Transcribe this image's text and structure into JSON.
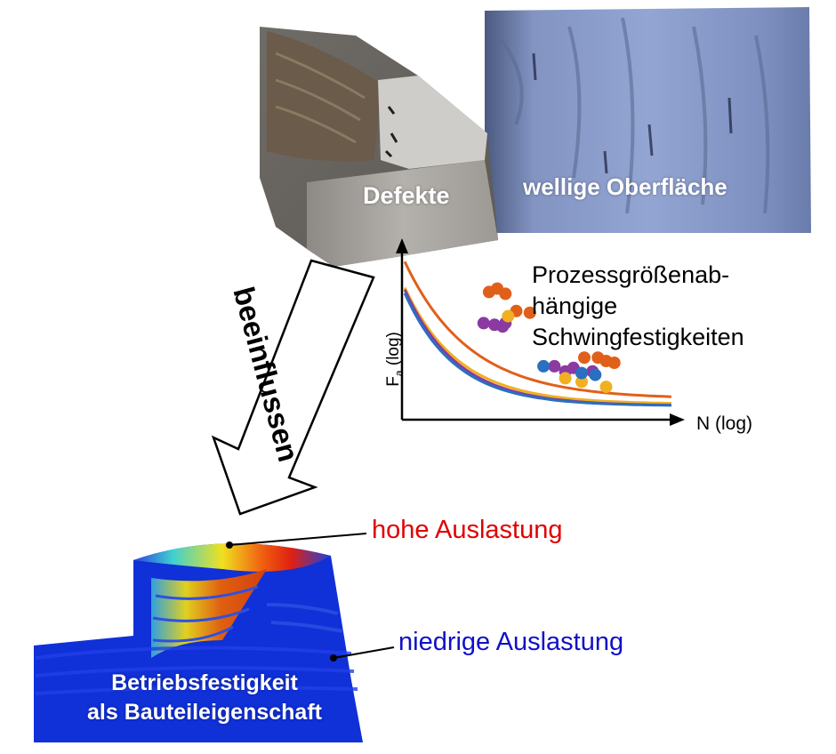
{
  "labels": {
    "defects": "Defekte",
    "surface": "wellige Oberfläche",
    "arrow": "beeinflussen",
    "fatigue_line1": "Prozessgrößenab-",
    "fatigue_line2": "hängige",
    "fatigue_line3": "Schwingfestigkeiten",
    "x_axis": "N (log)",
    "y_axis_main": "F",
    "y_axis_sub": "a",
    "y_axis_suffix": " (log)",
    "high_utilization": "hohe Auslastung",
    "low_utilization": "niedrige Auslastung",
    "property_line1": "Betriebsfestigkeit",
    "property_line2": "als Bauteileigenschaft"
  },
  "colors": {
    "high": "#e00000",
    "low": "#1010c8",
    "series_orange": "#e0601a",
    "series_purple": "#8a3aa0",
    "series_yellow": "#f0b020",
    "series_blue": "#2a6fc0"
  },
  "chart_data": {
    "type": "scatter",
    "x_scale": "log",
    "y_scale": "log",
    "series": [
      {
        "color": "orange",
        "points": [
          [
            0.32,
            0.74
          ],
          [
            0.35,
            0.76
          ],
          [
            0.38,
            0.73
          ],
          [
            0.42,
            0.63
          ],
          [
            0.47,
            0.62
          ],
          [
            0.67,
            0.36
          ],
          [
            0.72,
            0.36
          ],
          [
            0.75,
            0.34
          ],
          [
            0.78,
            0.33
          ]
        ]
      },
      {
        "color": "purple",
        "points": [
          [
            0.3,
            0.56
          ],
          [
            0.34,
            0.55
          ],
          [
            0.37,
            0.54
          ],
          [
            0.38,
            0.56
          ],
          [
            0.56,
            0.31
          ],
          [
            0.6,
            0.28
          ],
          [
            0.63,
            0.3
          ],
          [
            0.7,
            0.28
          ]
        ]
      },
      {
        "color": "yellow",
        "points": [
          [
            0.39,
            0.6
          ],
          [
            0.6,
            0.24
          ],
          [
            0.66,
            0.22
          ],
          [
            0.75,
            0.19
          ]
        ]
      },
      {
        "color": "blue",
        "points": [
          [
            0.52,
            0.31
          ],
          [
            0.66,
            0.27
          ],
          [
            0.71,
            0.26
          ]
        ]
      }
    ]
  }
}
